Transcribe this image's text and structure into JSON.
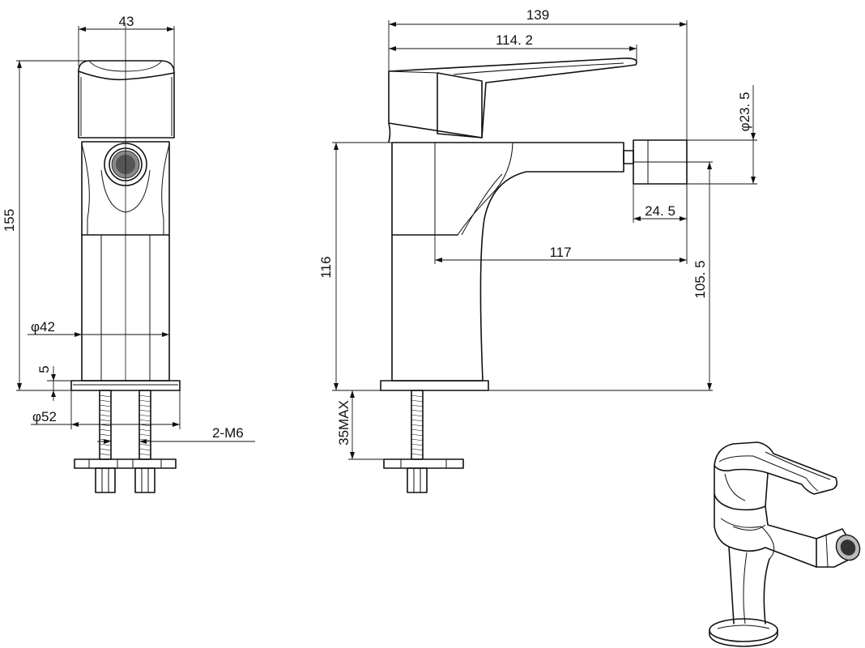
{
  "drawing": {
    "front_view": {
      "width_label": "43",
      "height_label": "155",
      "body_dia_label": "φ42",
      "base_thickness_label": "5",
      "base_dia_label": "φ52",
      "studs_label": "2-M6"
    },
    "side_view": {
      "overall_length_label": "139",
      "handle_length_label": "114. 2",
      "spout_reach_label": "117",
      "nozzle_length_label": "24. 5",
      "nozzle_dia_label": "φ23. 5",
      "body_height_label": "116",
      "nozzle_height_label": "105. 5",
      "deck_thickness_label": "35MAX"
    }
  }
}
